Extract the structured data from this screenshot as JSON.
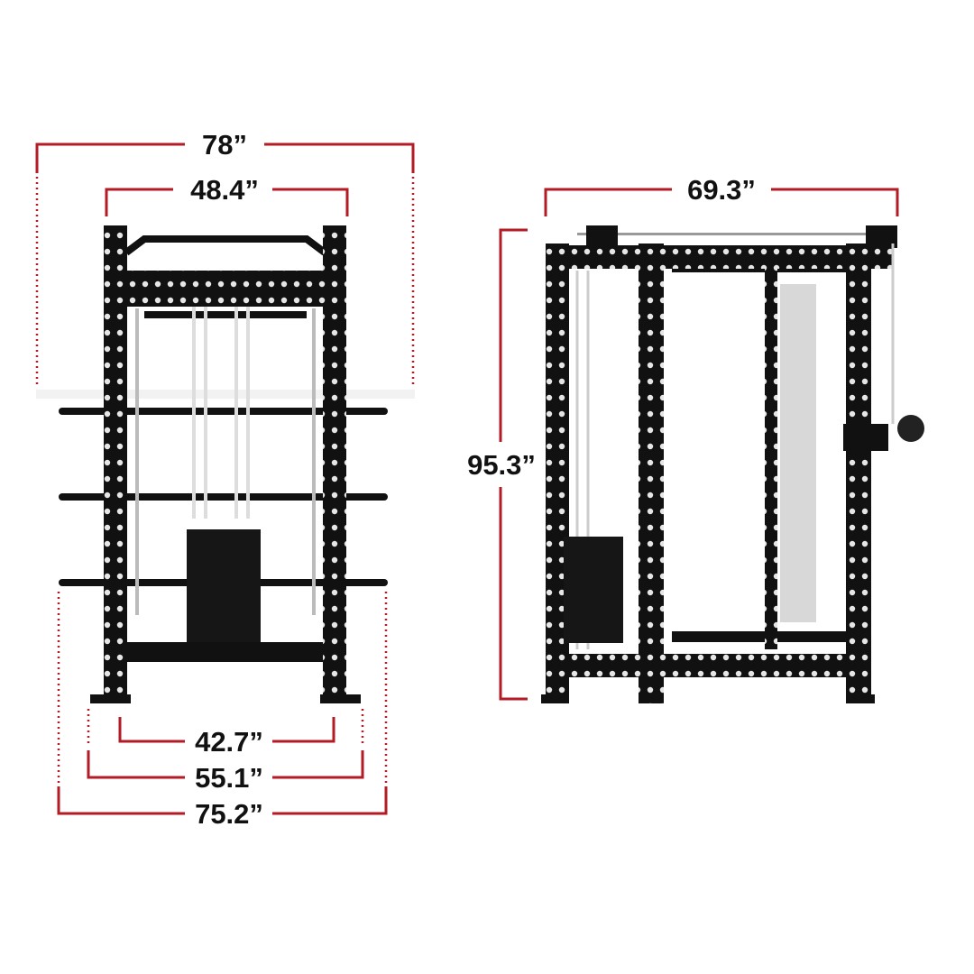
{
  "front_view": {
    "overall_width": "78”",
    "upright_width": "48.4”",
    "inner_base_width": "42.7”",
    "base_width": "55.1”",
    "footprint_width": "75.2”"
  },
  "side_view": {
    "depth": "69.3”",
    "height": "95.3”"
  },
  "colors": {
    "dimension_line": "#b31b25",
    "frame": "#111111",
    "text": "#111111"
  }
}
